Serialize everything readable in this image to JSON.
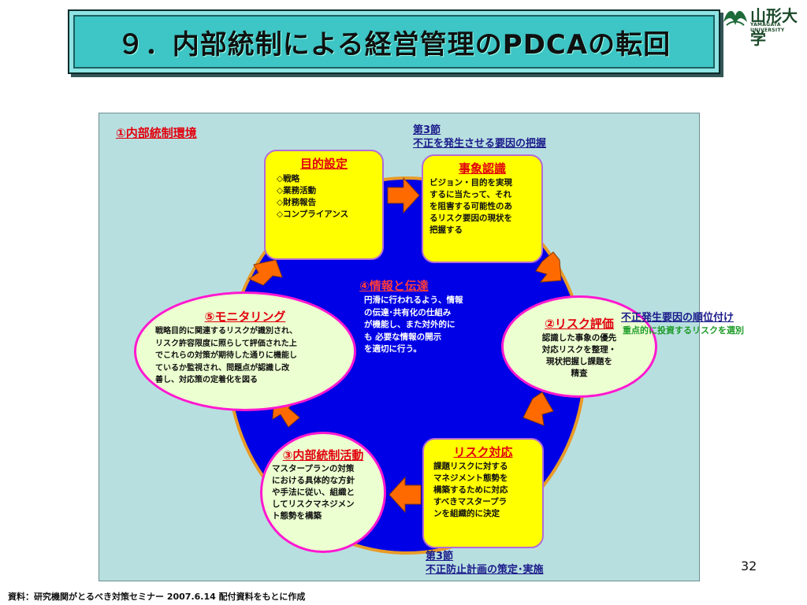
{
  "title": "９．内部統制による経営管理のPDCAの転回",
  "logo": {
    "name_jp": "山形大学",
    "name_en": "YAMAGATA UNIVERSITY"
  },
  "environment_label": "①内部統制環境",
  "section_top": {
    "line1": "第3節",
    "line2": "不正を発生させる要因の把握"
  },
  "section_bottom": {
    "line1": "第3節",
    "line2": "不正防止計画の策定･実施"
  },
  "objective": {
    "title": "目的設定",
    "items": [
      "◇戦略",
      "◇業務活動",
      "◇財務報告",
      "◇コンプライアンス"
    ]
  },
  "event": {
    "title": "事象認識",
    "lines": [
      "ビジョン・目的を実現",
      "するに当たって、それ",
      "を阻害する可能性のあ",
      "るリスク要因の現状を",
      "把握する"
    ]
  },
  "information": {
    "title": "④情報と伝達",
    "lines": [
      "円滑に行われるよう、情報",
      "の伝達･共有化の仕組み",
      "が機能し、また対外的に",
      "も  必要な情報の開示",
      "を適切に行う。"
    ]
  },
  "monitoring": {
    "title": "⑤モニタリング",
    "lines": [
      "戦略目的に関連するリスクが識別され、",
      "リスク許容限度に照らして評価された上",
      "でこれらの対策が期待した通りに機能し",
      "ているか監視され、問題点が認識し改",
      "善し、対応策の定着化を図る"
    ]
  },
  "assessment": {
    "title": "②リスク評価",
    "lines": [
      "認識した事象の優先",
      "対応リスクを整理・",
      "現状把握し課題を",
      "精査"
    ]
  },
  "activity": {
    "title": "③内部統制活動",
    "lines": [
      "マスタープランの対策",
      "における具体的な方針",
      "や手法に従い、組織と",
      "してリスクマネジメン",
      "ト態勢を構築"
    ]
  },
  "response": {
    "title": "リスク対応",
    "lines": [
      "課題リスクに対する",
      "マネジメント態勢を",
      "構築するために対応",
      "すべきマスタープラ",
      "ンを組織的に決定"
    ]
  },
  "side_note": {
    "line1": "不正発生要因の順位付け",
    "line2": "重点的に投資するリスクを選別"
  },
  "page_number": "32",
  "source": "資料：研究機関がとるべき対策セミナー 2007.6.14  配付資料をもとに作成",
  "colors": {
    "circle": "#0000e6",
    "arrow": "#ff6a00",
    "box": "#ffff00",
    "ellipse_border": "#ff18d0",
    "title_bg": "#3ec5c5"
  }
}
